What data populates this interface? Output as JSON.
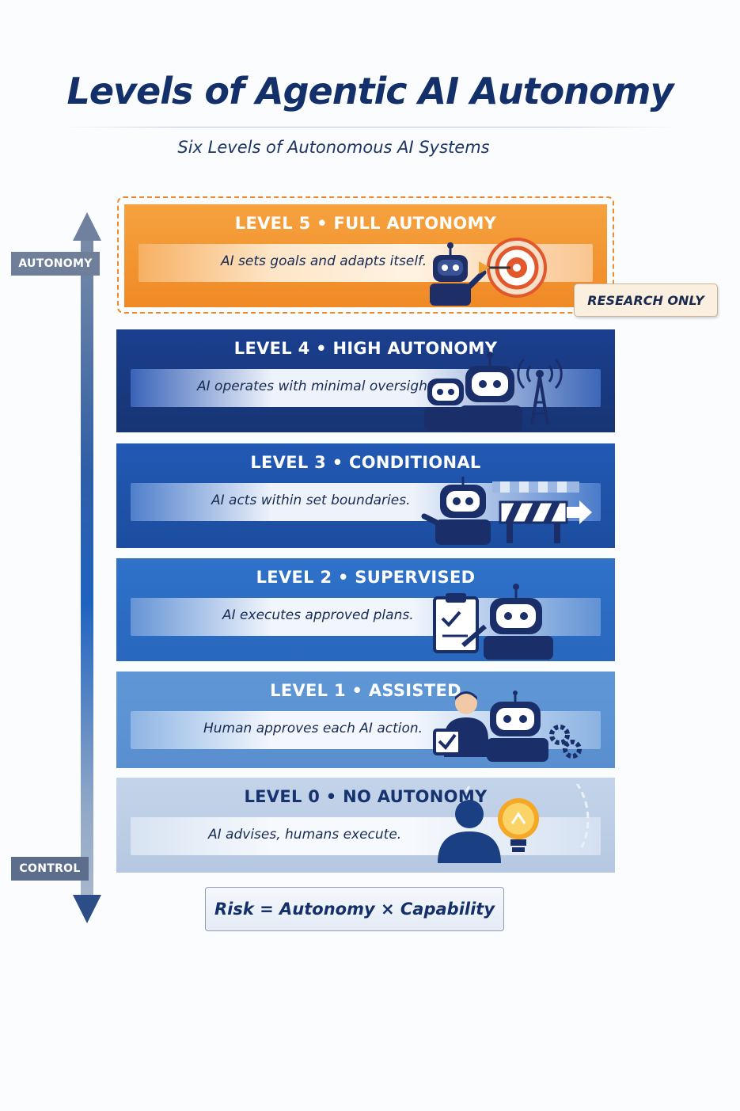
{
  "header": {
    "title": "Levels of Agentic AI Autonomy",
    "subtitle": "Six Levels of Autonomous AI Systems"
  },
  "axis": {
    "top_label": "AUTONOMY",
    "bottom_label": "CONTROL"
  },
  "levels": [
    {
      "title": "LEVEL 5 • FULL AUTONOMY",
      "description": "AI sets goals and adapts itself.",
      "icons": [
        "robot-icon",
        "target-icon"
      ]
    },
    {
      "title": "LEVEL 4 • HIGH AUTONOMY",
      "description": "AI operates with minimal oversight.",
      "icons": [
        "robot-icon",
        "robot-icon",
        "signal-tower-icon"
      ]
    },
    {
      "title": "LEVEL 3 • CONDITIONAL",
      "description": "AI acts within set boundaries.",
      "icons": [
        "robot-icon",
        "barrier-icon",
        "arrow-right-icon"
      ]
    },
    {
      "title": "LEVEL 2 • SUPERVISED",
      "description": "AI executes approved plans.",
      "icons": [
        "clipboard-check-icon",
        "robot-icon"
      ]
    },
    {
      "title": "LEVEL 1 • ASSISTED",
      "description": "Human approves each AI action.",
      "icons": [
        "person-icon",
        "checkbox-icon",
        "robot-icon",
        "gear-icon"
      ]
    },
    {
      "title": "LEVEL 0 • NO AUTONOMY",
      "description": "AI advises, humans execute.",
      "icons": [
        "person-silhouette-icon",
        "lightbulb-icon"
      ]
    }
  ],
  "badge": {
    "label": "RESEARCH ONLY"
  },
  "formula": {
    "text": "Risk = Autonomy × Capability"
  },
  "colors": {
    "title": "#14306b",
    "level5": "#f08a26",
    "level4": "#163574",
    "level3": "#1c4d9f",
    "level2": "#2867bd",
    "level1": "#5a8fcf",
    "level0": "#b6c8e1"
  }
}
